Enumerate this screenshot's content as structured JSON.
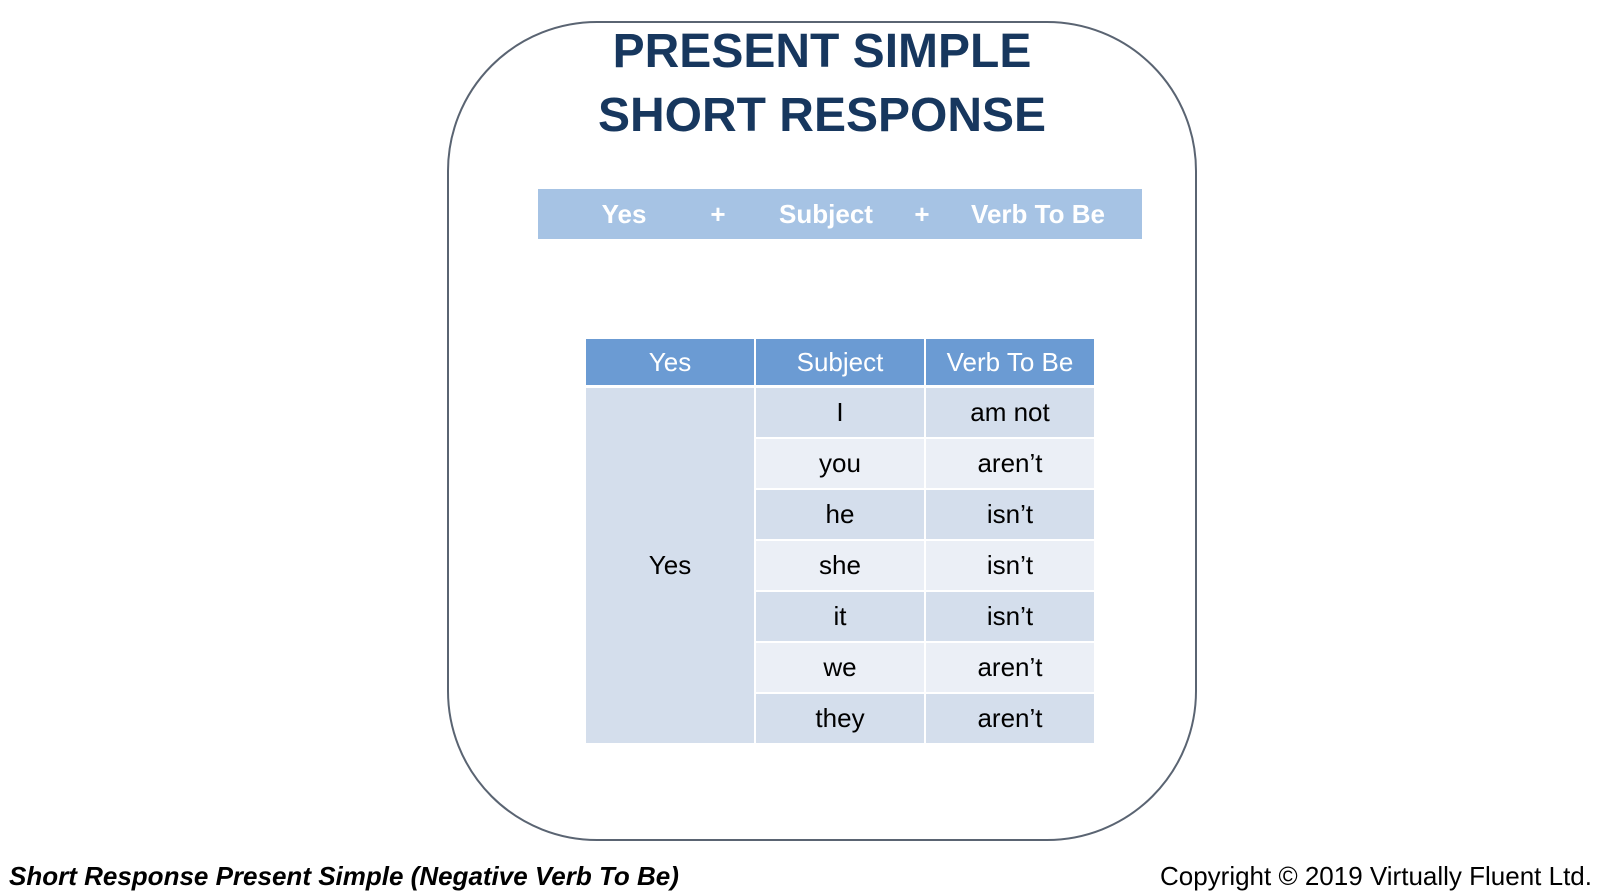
{
  "title": {
    "line1": "PRESENT SIMPLE",
    "line2": "SHORT RESPONSE"
  },
  "formula": {
    "part1": "Yes",
    "plus1": "+",
    "part2": "Subject",
    "plus2": "+",
    "part3": "Verb To Be"
  },
  "table": {
    "headers": [
      "Yes",
      "Subject",
      "Verb To Be"
    ],
    "merged_first_column": "Yes",
    "rows": [
      {
        "subject": "I",
        "verb": "am not"
      },
      {
        "subject": "you",
        "verb": "aren’t"
      },
      {
        "subject": "he",
        "verb": "isn’t"
      },
      {
        "subject": "she",
        "verb": "isn’t"
      },
      {
        "subject": "it",
        "verb": "isn’t"
      },
      {
        "subject": "we",
        "verb": "aren’t"
      },
      {
        "subject": "they",
        "verb": "aren’t"
      }
    ]
  },
  "footer": {
    "caption": "Short Response Present Simple (Negative Verb To Be)",
    "copyright": "Copyright © 2019 Virtually Fluent Ltd."
  },
  "colors": {
    "title": "#17375e",
    "formula_bar": "#a6c3e4",
    "table_header": "#6b9bd3",
    "row_dark": "#d4deec",
    "row_light": "#ebeff6"
  }
}
